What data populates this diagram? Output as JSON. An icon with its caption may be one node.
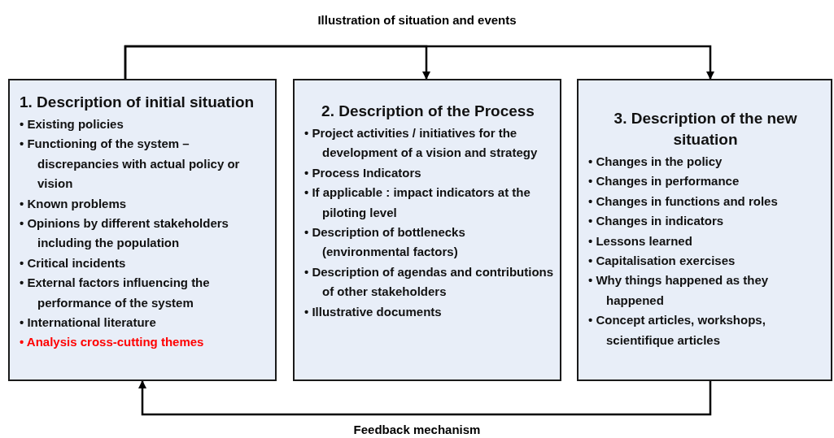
{
  "diagram": {
    "nodes": [
      {
        "text": [
          "1. Description of initial situation",
          "• Existing policies",
          "• Functioning of the system – discrepancies with actual policy or vision",
          "• Known problems",
          "• Opinions by different stakeholders including the population",
          "• Critical incidents",
          "• External factors influencing the performance of the system",
          "• International literature",
          "• Analysis cross-cutting themes"
        ]
      },
      {
        "text": [
          "2. Description of the Process",
          "• Project activities / initiatives for the development of a vision and strategy",
          "• Process Indicators",
          "• If applicable : impact indicators at the piloting level",
          "• Description of bottlenecks (environmental factors)",
          "• Description of agendas and contributions of other stakeholders",
          "• Illustrative documents"
        ]
      },
      {
        "text": [
          "3. Description of the new situation",
          "• Changes in the policy",
          "• Changes in performance",
          "• Changes in functions and roles",
          "• Changes in indicators",
          "• Lessons learned",
          "• Capitalisation exercises",
          "• Why things happened as they happened",
          "• Concept articles, workshops, scientifique articles"
        ]
      }
    ],
    "edges": [
      {
        "from": 0,
        "to": 1,
        "arrow": "to"
      },
      {
        "from": 0,
        "to": 2,
        "arrow": "to"
      },
      {
        "from": 2,
        "to": 0,
        "arrow": "to",
        "label": "Feedback mechanism"
      }
    ],
    "labels": [
      "Illustration of situation and events"
    ]
  }
}
